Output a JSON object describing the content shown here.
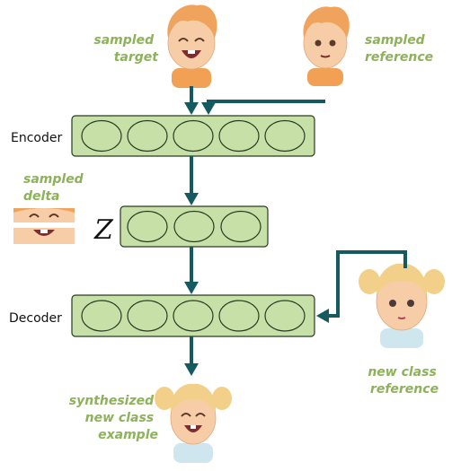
{
  "colors": {
    "arrow": "#155a60",
    "layer_fill": "#c6e0a8",
    "caption": "#8db25a"
  },
  "labels": {
    "sampled_target": [
      "sampled",
      "target"
    ],
    "sampled_reference": [
      "sampled",
      "reference"
    ],
    "sampled_delta": [
      "sampled",
      "delta"
    ],
    "new_class_reference": [
      "new class",
      "reference"
    ],
    "synthesized": [
      "synthesized",
      "new class",
      "example"
    ]
  },
  "stages": {
    "encoder": "Encoder",
    "decoder": "Decoder",
    "latent": "Z"
  },
  "layers": {
    "encoder_units": 5,
    "latent_units": 3,
    "decoder_units": 5
  },
  "icons": {
    "target_face": "boy-laughing-icon",
    "reference_face": "boy-neutral-icon",
    "delta_face": "delta-face-strip-icon",
    "new_class_face": "girl-neutral-icon",
    "synth_face": "girl-laughing-icon"
  }
}
